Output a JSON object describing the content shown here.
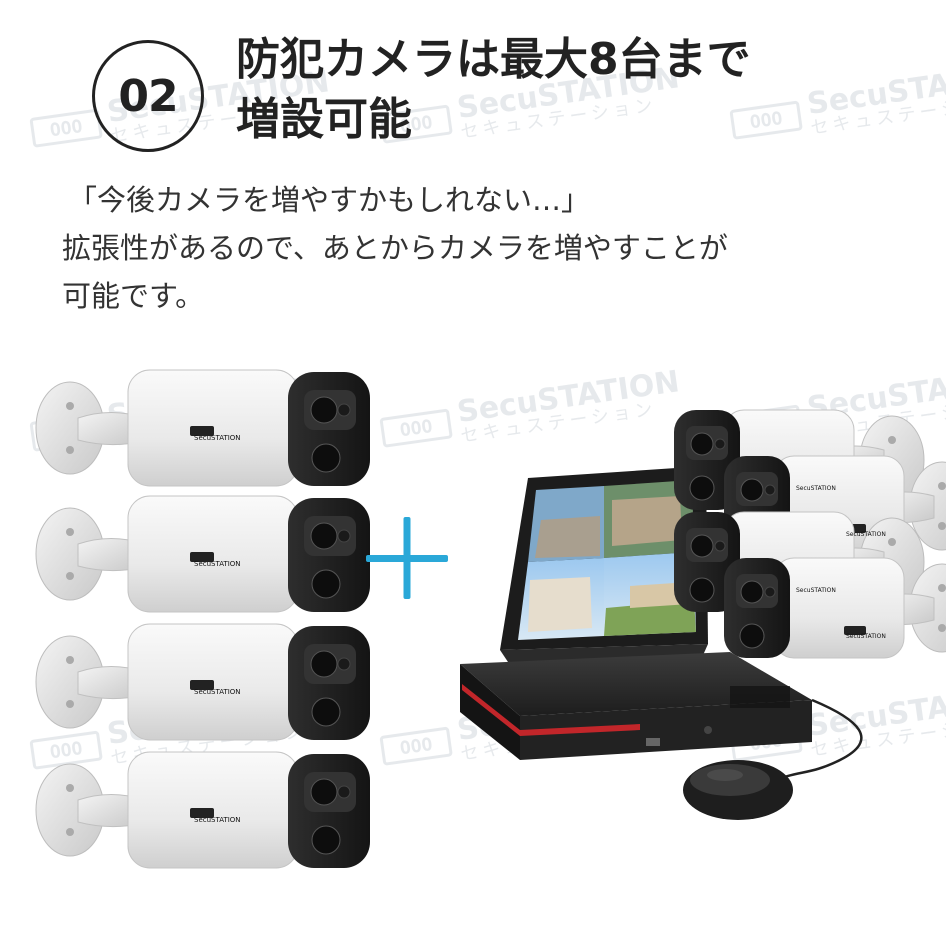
{
  "badge": {
    "number": "02"
  },
  "title": {
    "line1": "防犯カメラは最大8台まで",
    "line2": "増設可能"
  },
  "body": {
    "line1": "「今後カメラを増やすかもしれない…」",
    "line2": "拡張性があるので、あとからカメラを増やすことが",
    "line3": "可能です。"
  },
  "watermark": {
    "logo": "OOO",
    "brand": "SecuSTATION",
    "kana": "セキュステーション"
  },
  "camera_label": "SecuSTATION",
  "plus_icon": "plus-icon",
  "colors": {
    "plus": "#2aa8d8",
    "text": "#222222",
    "camera_body": "#f1f1f1",
    "camera_face": "#1f1f1f"
  }
}
